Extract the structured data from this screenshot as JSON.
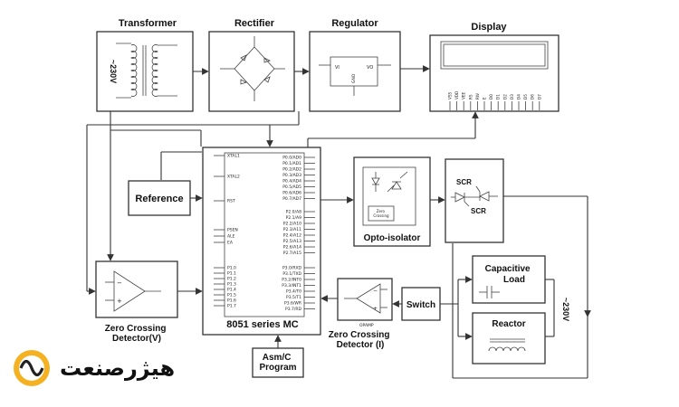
{
  "blocks": {
    "transformer": "Transformer",
    "rectifier": "Rectifier",
    "regulator": "Regulator",
    "display": "Display",
    "reference": "Reference",
    "mcu": "8051 series MC",
    "opto": "Opto-isolator",
    "zcd_v": "Zero Crossing\nDetector(V)",
    "zcd_i": "Zero Crossing\nDetector (I)",
    "switch": "Switch",
    "capacitive": "Capacitive\nLoad",
    "reactor": "Reactor",
    "asm": "Asm/C\nProgram"
  },
  "labels": {
    "mains_left": "~230V",
    "mains_right": "~230V",
    "scr1": "SCR",
    "scr2": "SCR",
    "opamp": "OPAMP",
    "zero_crossing": "Zero\nCrossing",
    "regulator_vi": "VI",
    "regulator_vo": "VO",
    "regulator_gnd": "GND"
  },
  "mcu_pins": {
    "left": [
      "XTAL1",
      "XTAL2",
      "RST",
      "PSEN",
      "ALE",
      "EA",
      "P1.0",
      "P1.1",
      "P1.2",
      "P1.3",
      "P1.4",
      "P1.5",
      "P1.6",
      "P1.7"
    ],
    "right_top": [
      "P0.0/AD0",
      "P0.1/AD1",
      "P0.2/AD2",
      "P0.3/AD3",
      "P0.4/AD4",
      "P0.5/AD5",
      "P0.6/AD6",
      "P0.7/AD7"
    ],
    "right_mid": [
      "P2.0/A8",
      "P2.1/A9",
      "P2.2/A10",
      "P2.3/A11",
      "P2.4/A12",
      "P2.5/A13",
      "P2.6/A14",
      "P2.7/A15"
    ],
    "right_bot": [
      "P3.0/RXD",
      "P3.1/TXD",
      "P3.2/INT0",
      "P3.3/INT1",
      "P3.4/T0",
      "P3.5/T1",
      "P3.6/WR",
      "P3.7/RD"
    ]
  },
  "lcd_pins": [
    "VSS",
    "VDD",
    "VEE",
    "RS",
    "RW",
    "E",
    "D0",
    "D1",
    "D2",
    "D3",
    "D4",
    "D5",
    "D6",
    "D7"
  ],
  "logo": {
    "text": "هیژرصنعت"
  }
}
